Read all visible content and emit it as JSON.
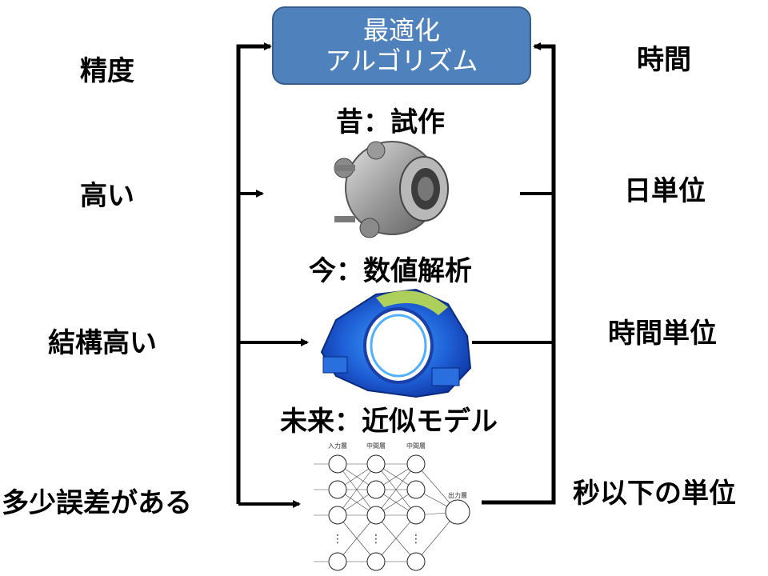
{
  "box": {
    "line1": "最適化",
    "line2": "アルゴリズム",
    "color": "#4f81bd"
  },
  "left": {
    "header": "精度",
    "row1": "高い",
    "row2": "結構高い",
    "row3": "多少誤差がある"
  },
  "right": {
    "header": "時間",
    "row1": "日単位",
    "row2": "時間単位",
    "row3": "秒以下の単位"
  },
  "center": {
    "step1": "昔：試作",
    "step2": "今：数値解析",
    "step3": "未来：近似モデル"
  },
  "nn": {
    "input_layer": "入力層",
    "hidden_layer1": "中間層",
    "hidden_layer2": "中間層",
    "output_layer": "出力層",
    "ellipsis": "⋮"
  },
  "images": {
    "bearing": "wheel-hub-bearing-photo",
    "fea": "fea-stress-contour-model",
    "network": "neural-network-diagram"
  }
}
